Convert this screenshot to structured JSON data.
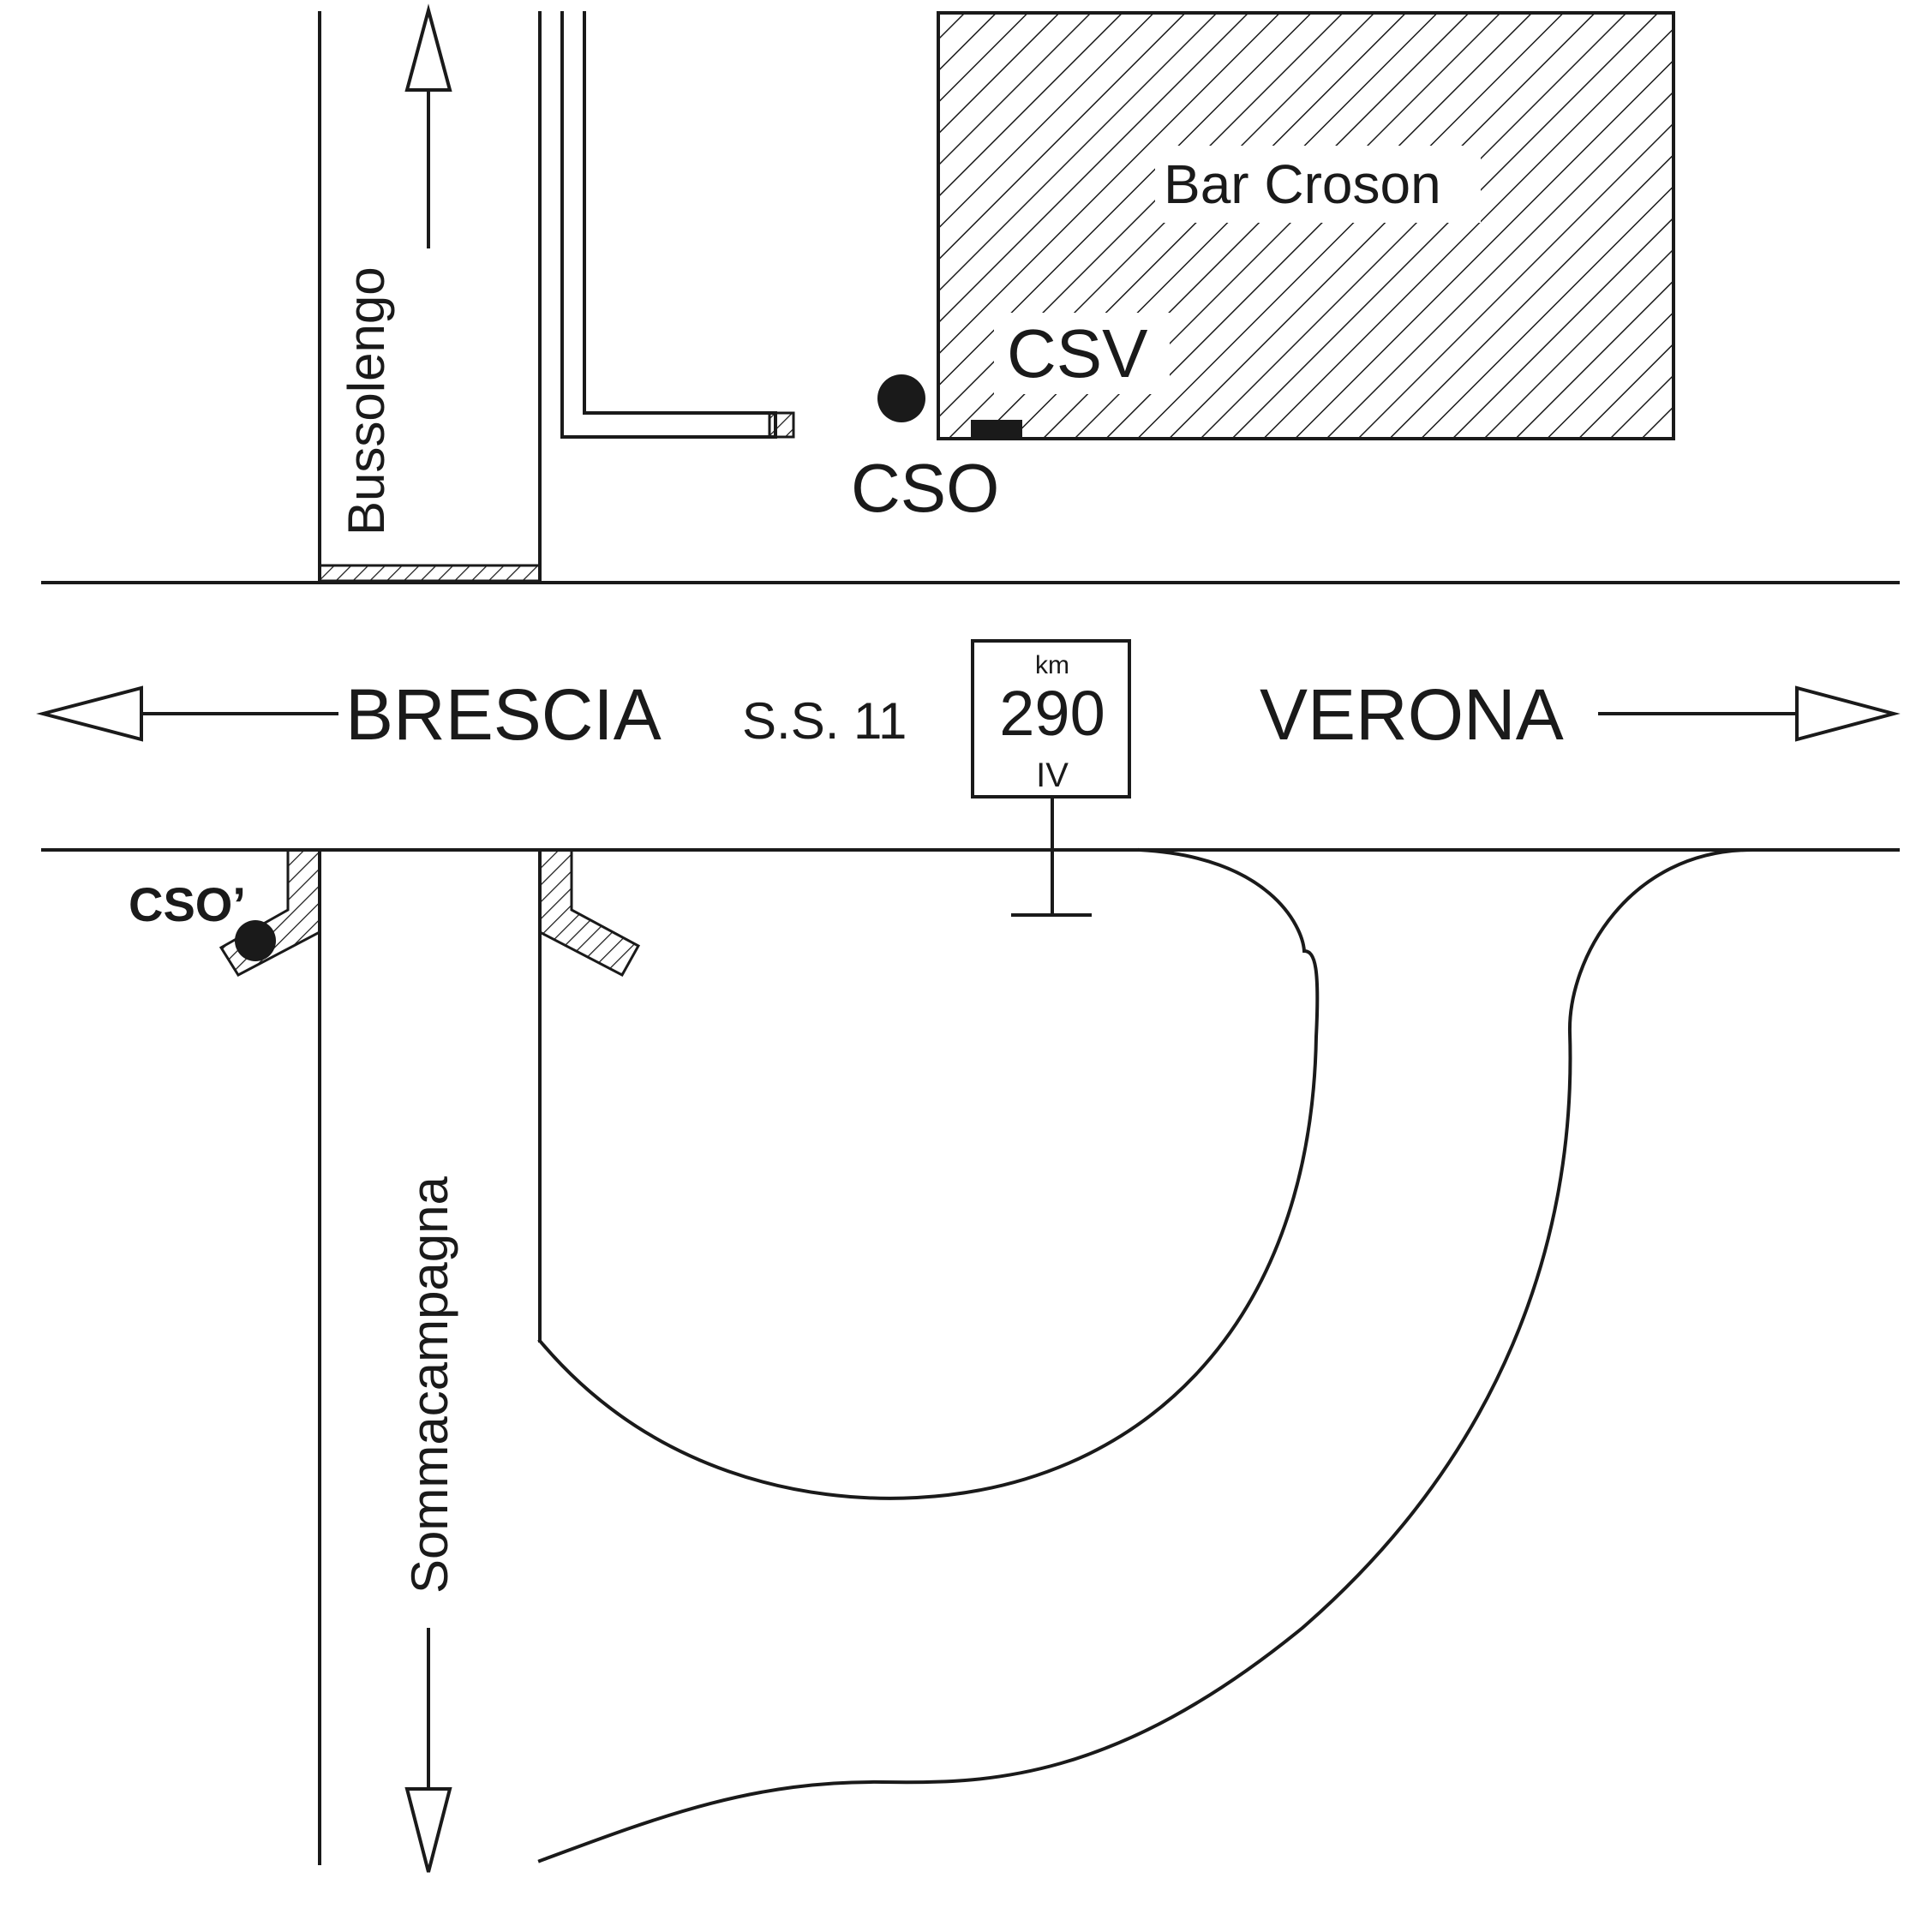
{
  "map": {
    "directions": {
      "west": "BRESCIA",
      "east": "VERONA",
      "north": "Bussolengo",
      "south": "Sommacampagna"
    },
    "road": {
      "name": "S.S. 11"
    },
    "milestone": {
      "unit": "km",
      "number": "290",
      "roman": "IV"
    },
    "building": {
      "name": "Bar Croson"
    },
    "points": {
      "cso": "CSO",
      "csv": "CSV",
      "cso_prime": "CSO’"
    },
    "colors": {
      "ink": "#1a1a1a",
      "background": "#ffffff"
    }
  }
}
